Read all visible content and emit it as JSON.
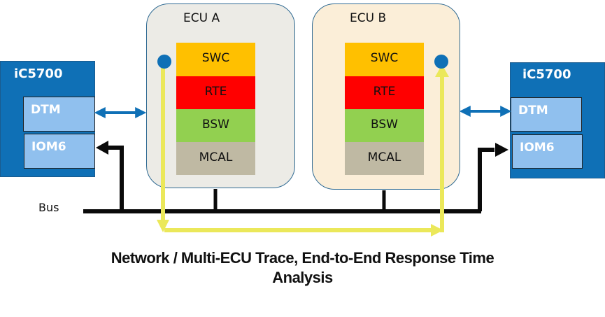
{
  "colors": {
    "ic_box": "#0f70b6",
    "ic_module": "#90c0ee",
    "ecu_a_bg": "#ecebe6",
    "ecu_b_bg": "#fbeed8",
    "swc": "#ffc000",
    "rte": "#ff0000",
    "bsw": "#92d050",
    "mcal": "#bfb9a3",
    "trace_path": "#ebe85a",
    "trace_point": "#0f70b6",
    "bus": "#0a0a0a"
  },
  "left_tool": {
    "title": "iC5700",
    "modules": [
      "DTM",
      "IOM6"
    ]
  },
  "right_tool": {
    "title": "iC5700",
    "modules": [
      "DTM",
      "IOM6"
    ]
  },
  "ecu_a": {
    "title": "ECU A",
    "layers": [
      "SWC",
      "RTE",
      "BSW",
      "MCAL"
    ]
  },
  "ecu_b": {
    "title": "ECU B",
    "layers": [
      "SWC",
      "RTE",
      "BSW",
      "MCAL"
    ]
  },
  "bus": {
    "label": "Bus"
  },
  "caption": {
    "line1": "Network / Multi-ECU Trace, End-to-End Response Time",
    "line2": "Analysis"
  }
}
